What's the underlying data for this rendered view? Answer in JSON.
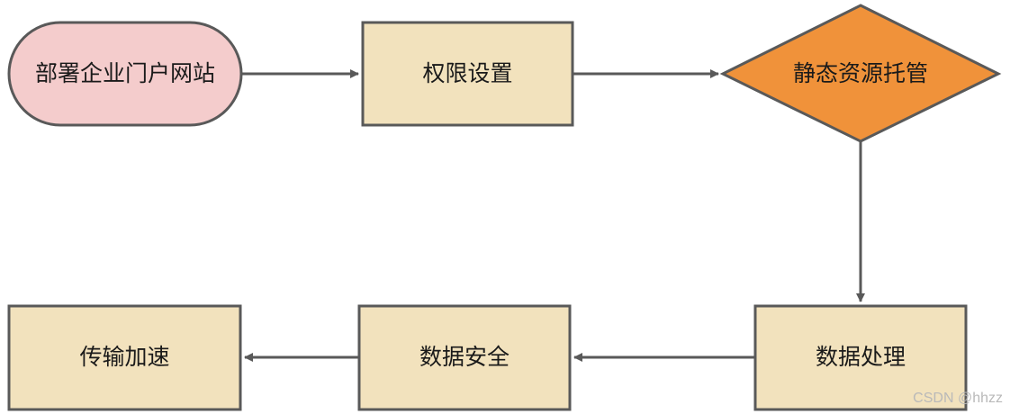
{
  "nodes": {
    "start": "部署企业门户网站",
    "permission": "权限设置",
    "static_hosting": "静态资源托管",
    "data_processing": "数据处理",
    "data_security": "数据安全",
    "transfer_accel": "传输加速"
  },
  "colors": {
    "start_fill": "#f4cccc",
    "process_fill": "#f2e2bd",
    "decision_fill": "#f0923a",
    "stroke": "#595959"
  },
  "watermark": "CSDN @hhzz"
}
